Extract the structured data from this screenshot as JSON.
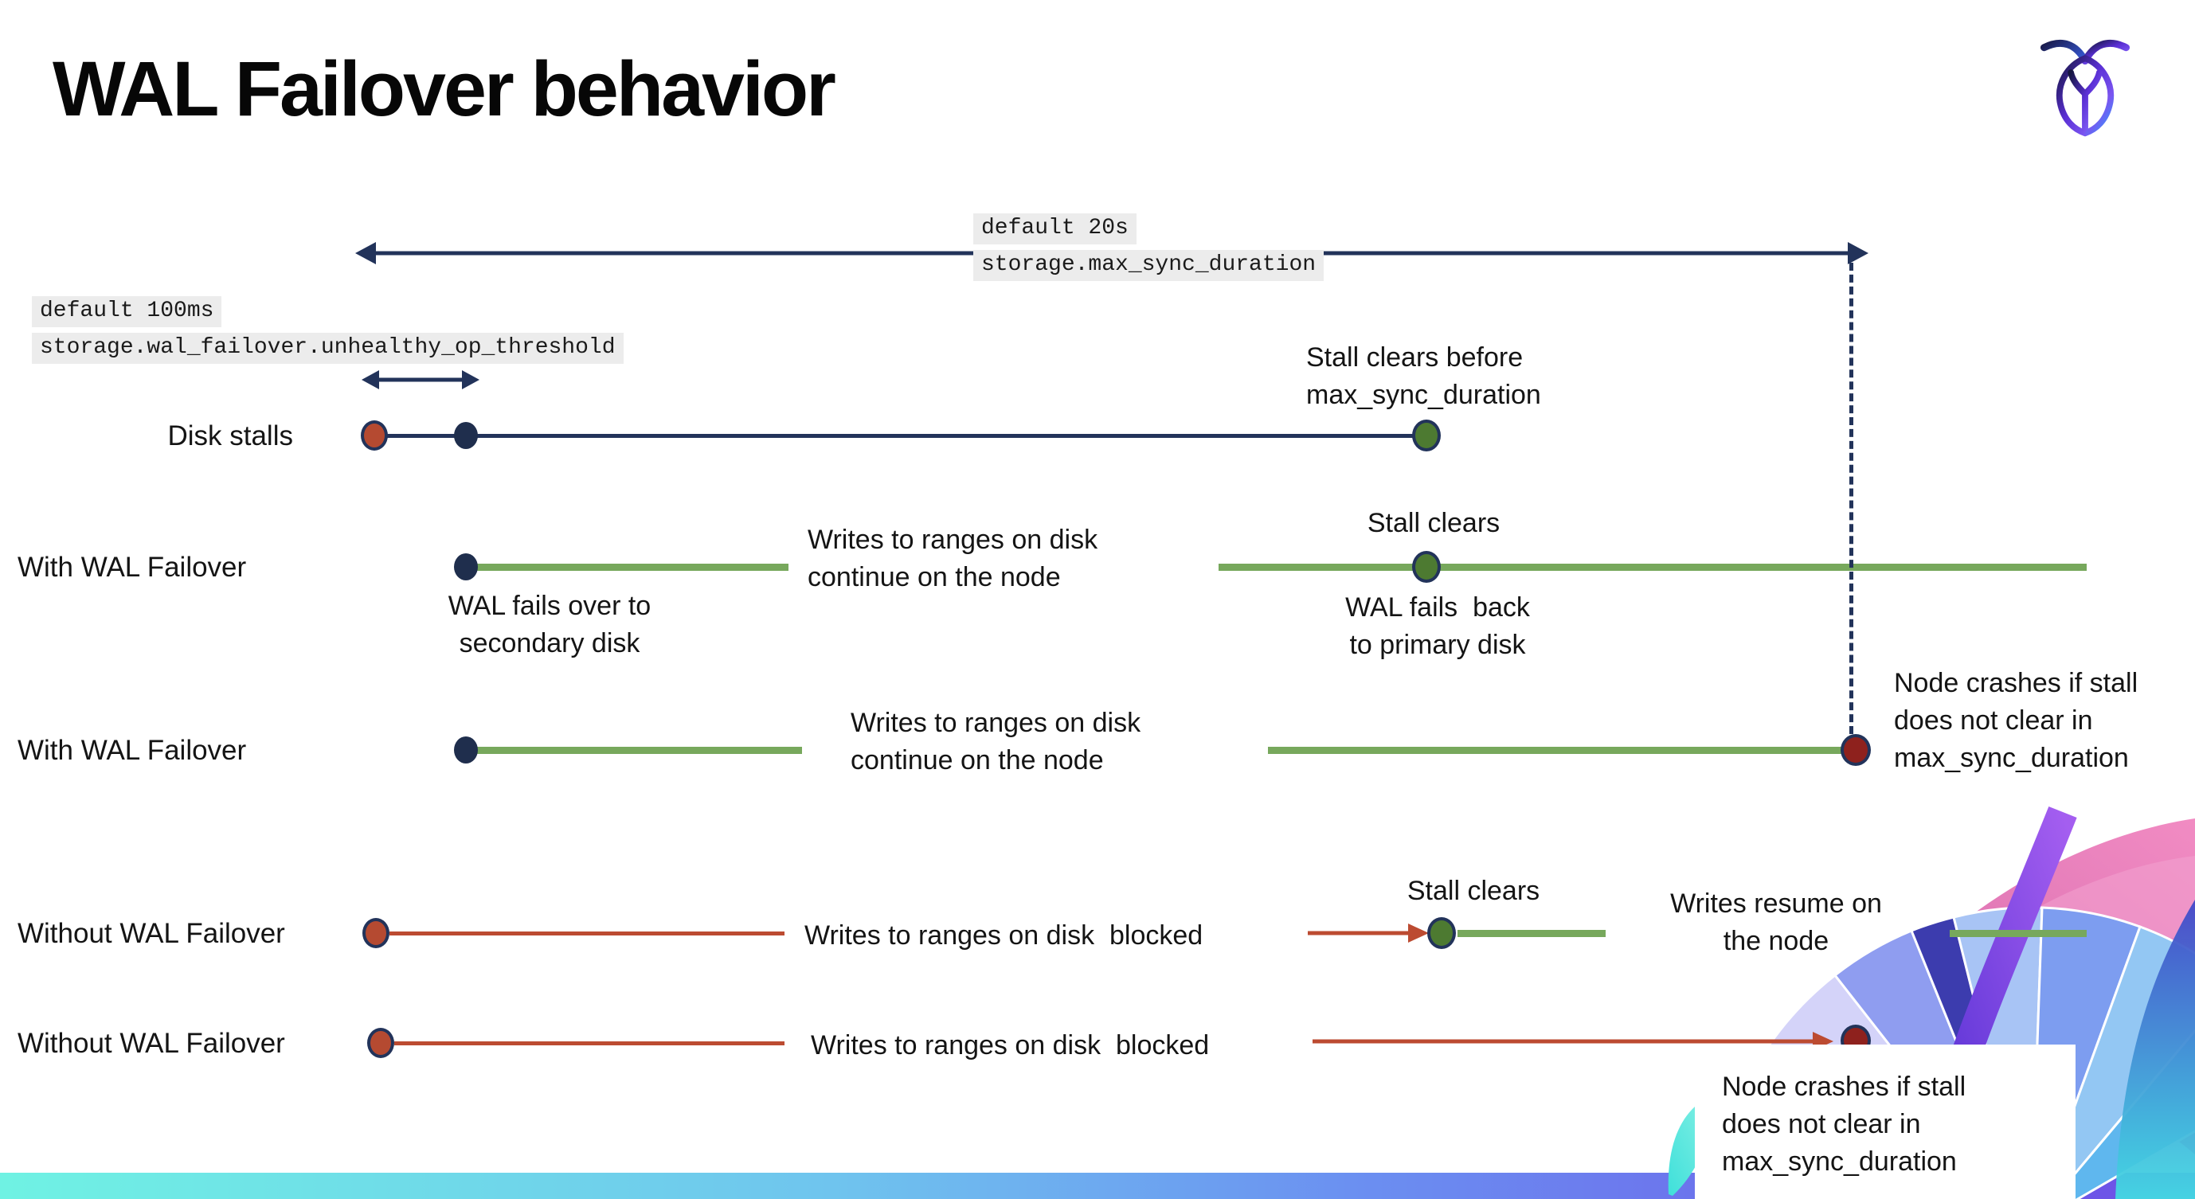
{
  "title": "WAL Failover behavior",
  "logo": {
    "name": "cockroachdb-logo"
  },
  "colors": {
    "navy": "#22335A",
    "green_line": "#77A85C",
    "green_dot": "#4D7A31",
    "red_line": "#BC4B31",
    "red_dot": "#B54A31",
    "maroon_dot": "#8E211D",
    "code_bg": "#ECECEC",
    "bar_gradient_left": "#6FF2E3",
    "bar_gradient_right": "#6D4DE6"
  },
  "config_labels": {
    "max_sync": {
      "default": "default 20s",
      "setting": "storage.max_sync_duration"
    },
    "unhealthy_op": {
      "default": "default 100ms",
      "setting": "storage.wal_failover.unhealthy_op_threshold"
    }
  },
  "rows": {
    "disk_stalls": {
      "label": "Disk stalls"
    },
    "with_wal_failover_1": {
      "label": "With WAL Failover"
    },
    "with_wal_failover_2": {
      "label": "With WAL Failover"
    },
    "without_wal_failover_1": {
      "label": "Without WAL Failover"
    },
    "without_wal_failover_2": {
      "label": "Without WAL Failover"
    }
  },
  "annotations": {
    "stall_clears_before": {
      "line1": "Stall clears before",
      "line2": "max_sync_duration"
    },
    "writes_continue_1": {
      "line1": "Writes to ranges on disk",
      "line2": "continue on the node"
    },
    "stall_clears_with": "Stall clears",
    "wal_fails_over": {
      "line1": "WAL fails over to",
      "line2": "secondary disk"
    },
    "wal_fails_back": {
      "line1": "WAL fails  back",
      "line2": "to primary disk"
    },
    "writes_continue_2": {
      "line1": "Writes to ranges on disk",
      "line2": "continue on the node"
    },
    "node_crashes_top": {
      "line1": "Node crashes if stall",
      "line2": "does not clear in",
      "line3": "max_sync_duration"
    },
    "writes_blocked_1": "Writes to ranges on disk  blocked",
    "stall_clears_without": "Stall clears",
    "writes_resume": {
      "line1": "Writes resume on",
      "line2": "the node"
    },
    "writes_blocked_2": "Writes to ranges on disk  blocked",
    "node_crashes_bottom": {
      "line1": "Node crashes if stall",
      "line2": "does not clear in",
      "line3": "max_sync_duration"
    }
  }
}
